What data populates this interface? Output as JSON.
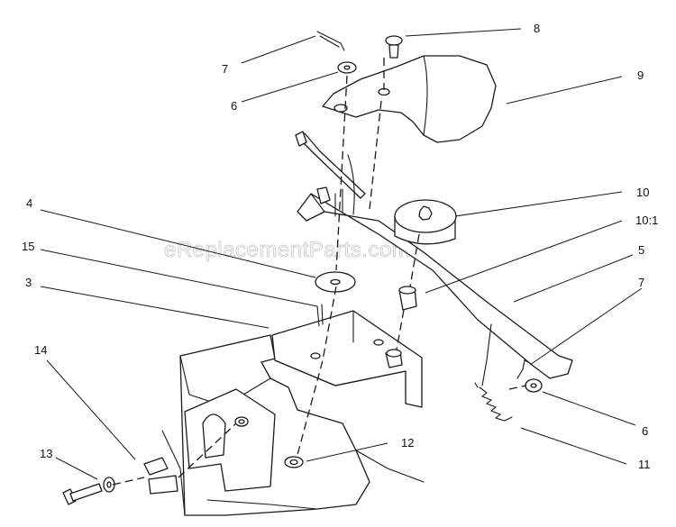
{
  "watermark": "eReplacementParts.com",
  "callouts": {
    "c7_top": "7",
    "c6_top": "6",
    "c8": "8",
    "c9": "9",
    "c10": "10",
    "c10_1": "10:1",
    "c4": "4",
    "c15": "15",
    "c3": "3",
    "c5": "5",
    "c7_right": "7",
    "c14": "14",
    "c12": "12",
    "c6_right": "6",
    "c13": "13",
    "c11": "11"
  }
}
